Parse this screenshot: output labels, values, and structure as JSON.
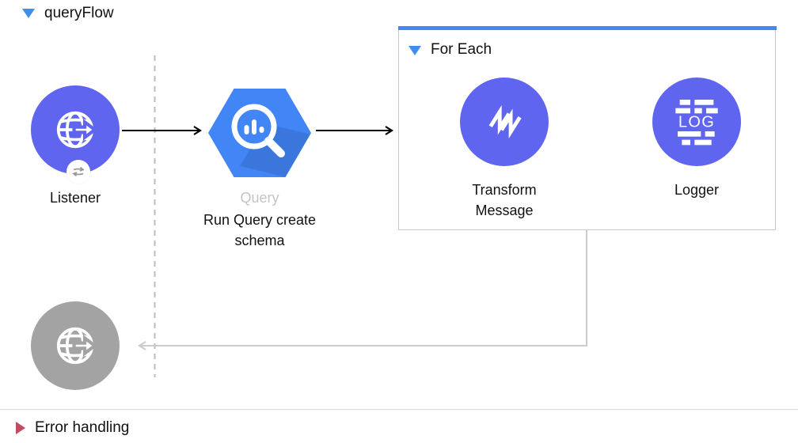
{
  "flow": {
    "title": "queryFlow",
    "scope": {
      "title": "For Each"
    },
    "nodes": {
      "listener": {
        "label": "Listener"
      },
      "query": {
        "label": "Query",
        "description": "Run Query create schema"
      },
      "transform": {
        "label": "Transform Message"
      },
      "logger": {
        "label": "Logger"
      }
    }
  },
  "error_handling": {
    "title": "Error handling"
  },
  "icons": {
    "flow_collapse": "triangle-down",
    "scope_collapse": "triangle-down",
    "error_collapse": "triangle-right",
    "listener": "globe-with-arrow",
    "listener_badge": "swap-arrows",
    "query": "bigquery-hexagon-magnifier-chart",
    "transform": "dataweave-zigzag-w",
    "logger": "log-text-lines",
    "logger_text": "LOG",
    "response": "globe-with-arrow-grayed"
  },
  "colors": {
    "node_indigo": "#6065ef",
    "node_gray": "#a3a3a3",
    "bigquery_blue": "#4285f4",
    "bigquery_shadow": "#3263c2",
    "scope_bar_blue": "#3f88f6",
    "collapse_blue": "#3e8eea",
    "error_red": "#c14b62",
    "muted_label": "#c4c4c4",
    "connector_black": "#000000",
    "return_gray": "#cccccc",
    "dashed_gray": "#bcbcbc",
    "border_gray": "#c9c9c9",
    "divider_gray": "#d9d9d9"
  }
}
